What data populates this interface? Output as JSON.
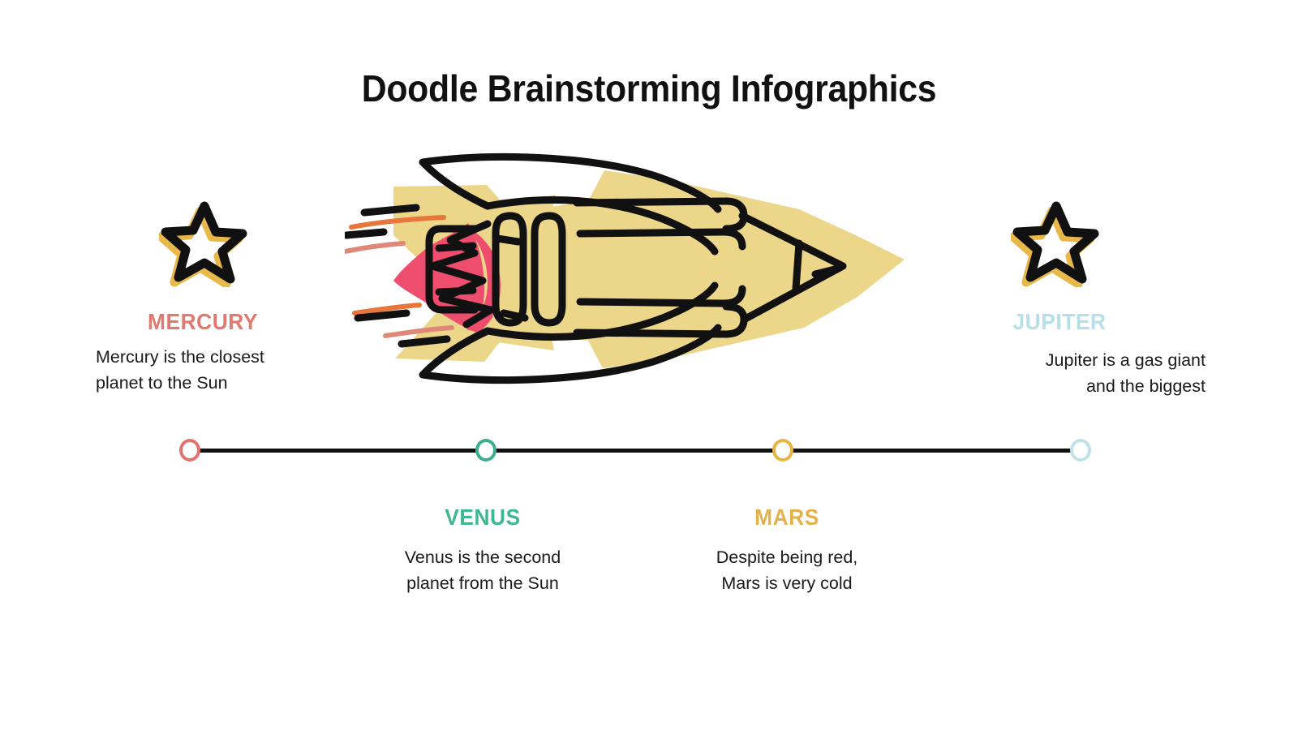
{
  "slide": {
    "title": "Doodle Brainstorming Infographics",
    "background_color": "#FFFFFF"
  },
  "illustration": {
    "name": "pencil-rocket-doodle",
    "description": "Hand-drawn pencil shaped like a rocket with flame exhaust and speed lines",
    "colors": {
      "sand_fill": "#EBD68A",
      "outline": "#111111",
      "flame_pink": "#EE4D6E",
      "speed_orange": "#E8763A",
      "speed_salmon": "#E08878"
    }
  },
  "timeline": {
    "line_color": "#111111",
    "markers": [
      {
        "id": "mercury",
        "color": "#E0736B",
        "x_pct": 0
      },
      {
        "id": "venus",
        "color": "#3BAF8F",
        "x_pct": 33.2
      },
      {
        "id": "mars",
        "color": "#E8B640",
        "x_pct": 66.6
      },
      {
        "id": "jupiter",
        "color": "#BFE2EB",
        "x_pct": 100
      }
    ]
  },
  "icons": {
    "star_outline": "#111111",
    "star_shadow": "#E8B94A"
  },
  "planets": [
    {
      "id": "mercury",
      "label": "MERCURY",
      "color": "#E0796F",
      "description": "Mercury is the closest\nplanet to the Sun",
      "icon": "star-icon"
    },
    {
      "id": "venus",
      "label": "VENUS",
      "color": "#3FB793",
      "description": "Venus is the second\nplanet from the Sun",
      "icon": null
    },
    {
      "id": "mars",
      "label": "MARS",
      "color": "#E3B24C",
      "description": "Despite being red,\nMars is very cold",
      "icon": null
    },
    {
      "id": "jupiter",
      "label": "JUPITER",
      "color": "#B6DFEA",
      "description": "Jupiter is a gas giant\nand the biggest",
      "icon": "star-icon"
    }
  ]
}
